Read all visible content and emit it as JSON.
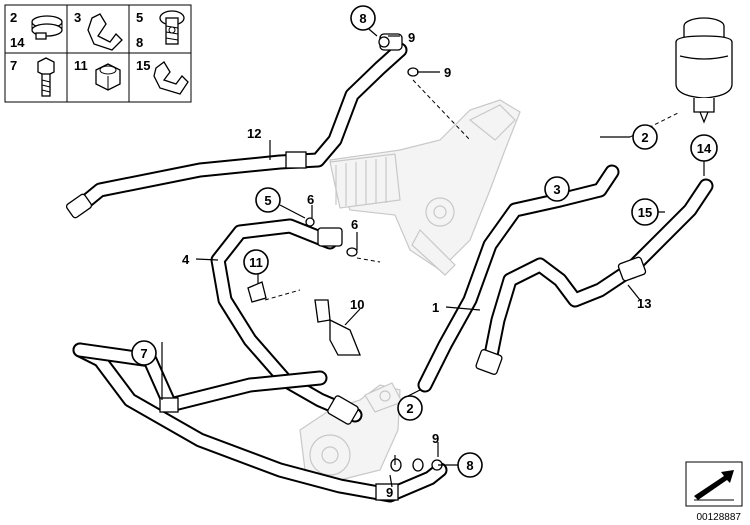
{
  "legend": {
    "cells": [
      {
        "num_top": "2",
        "num_bottom": "14",
        "icon": "hose-clamp-icon"
      },
      {
        "num_top": "3",
        "num_bottom": "",
        "icon": "bracket-clip-icon"
      },
      {
        "num_top": "5",
        "num_bottom": "8",
        "icon": "banjo-bolt-icon"
      },
      {
        "num_top": "7",
        "num_bottom": "",
        "icon": "hex-bolt-icon"
      },
      {
        "num_top": "11",
        "num_bottom": "",
        "icon": "hex-nut-icon"
      },
      {
        "num_top": "15",
        "num_bottom": "",
        "icon": "double-clip-icon"
      }
    ]
  },
  "callouts": {
    "c1": "1",
    "c2a": "2",
    "c2b": "2",
    "c3": "3",
    "c4": "4",
    "c5": "5",
    "c6a": "6",
    "c6b": "6",
    "c7": "7",
    "c8a": "8",
    "c8b": "8",
    "c9a": "9",
    "c9b": "9",
    "c9c": "9",
    "c9d": "9",
    "c10": "10",
    "c11": "11",
    "c12": "12",
    "c13": "13",
    "c14": "14",
    "c15": "15"
  },
  "image_number": "00128887"
}
